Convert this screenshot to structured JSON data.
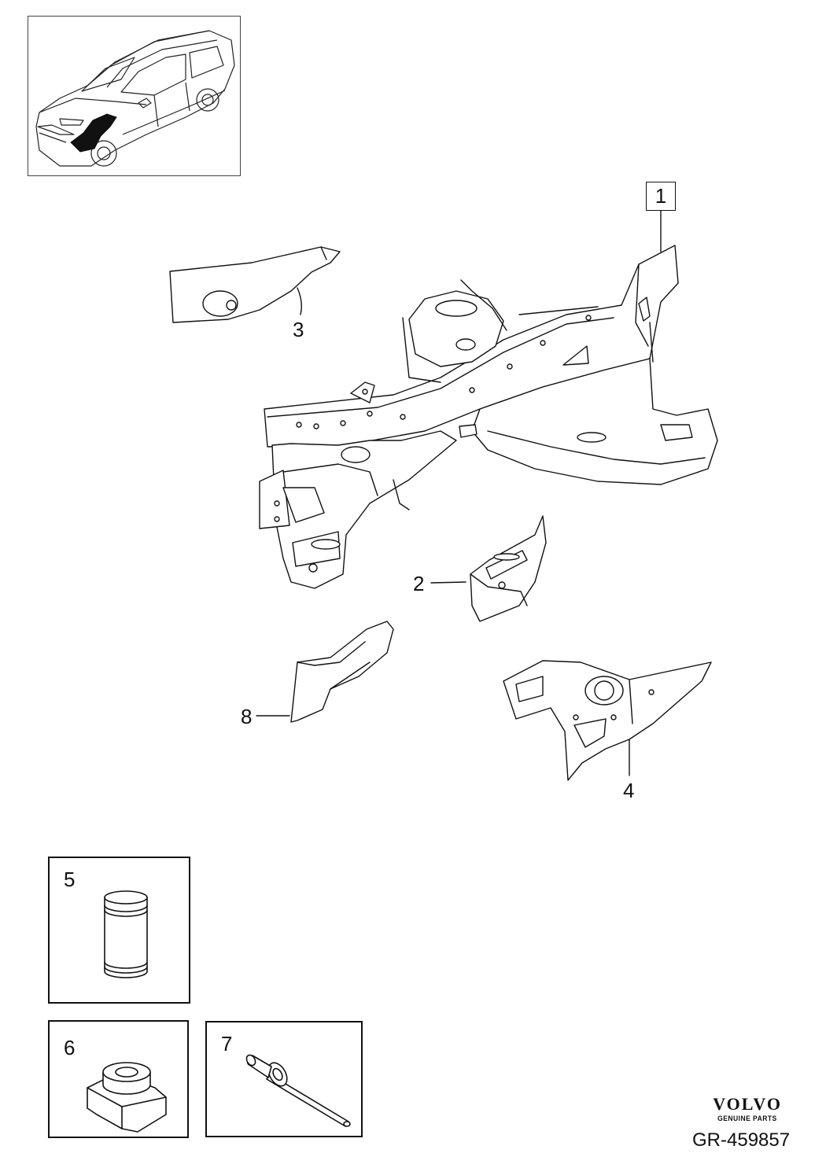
{
  "diagram": {
    "main_reference": "1",
    "callouts": {
      "part2": "2",
      "part3": "3",
      "part4": "4",
      "part8": "8"
    },
    "detail_boxes": {
      "part5": "5",
      "part6": "6",
      "part7": "7"
    }
  },
  "brand": {
    "logo_text": "VOLVO",
    "subtitle": "GENUINE PARTS"
  },
  "drawing_ref": "GR-459857",
  "icons": [
    "car-thumbnail-icon",
    "front-frame-assembly-icon",
    "spacer-sleeve-icon",
    "weld-nut-icon",
    "blind-rivet-icon"
  ],
  "colors": {
    "line": "#111111",
    "background": "#ffffff",
    "highlight": "#111111"
  }
}
